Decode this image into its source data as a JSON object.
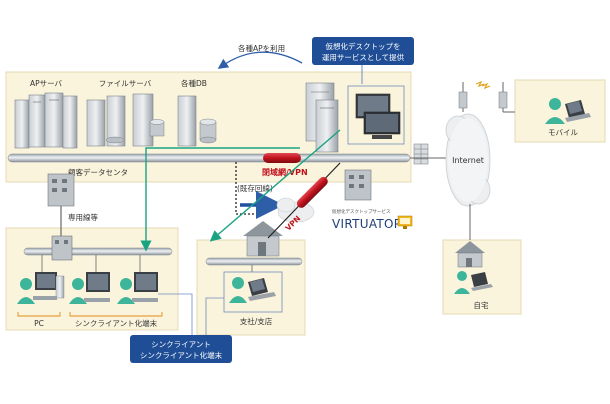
{
  "labels": {
    "use_ap": "各種APを利用",
    "callout_top_line1": "仮想化デスクトップを",
    "callout_top_line2": "運用サービスとして提供",
    "ap_server": "APサーバ",
    "file_server": "ファイルサーバ",
    "db": "各種DB",
    "datacenter": "顧客データセンタ",
    "closed_vpn": "閉域網/VPN",
    "existing_line": "(既存回線)",
    "vpn": "VPN",
    "internet": "Internet",
    "mobile": "モバイル",
    "dedicated_line": "専用線等",
    "pc": "PC",
    "thin_client": "シンクライアント化端末",
    "branch": "支社/支店",
    "home": "自宅",
    "callout_bottom_line1": "シンクライアント",
    "callout_bottom_line2": "シンクライアント化端末",
    "brand_small": "仮想化デスクトップサービス",
    "brand": "VIRTUATOP"
  },
  "colors": {
    "panel": "#fbf4dc",
    "panel_border": "#e4d9b4",
    "accent_blue": "#1f4e96",
    "vpn_red": "#c0121d",
    "teal": "#19a383",
    "arrow_blue": "#1e4fa0",
    "person": "#3cb59a"
  }
}
